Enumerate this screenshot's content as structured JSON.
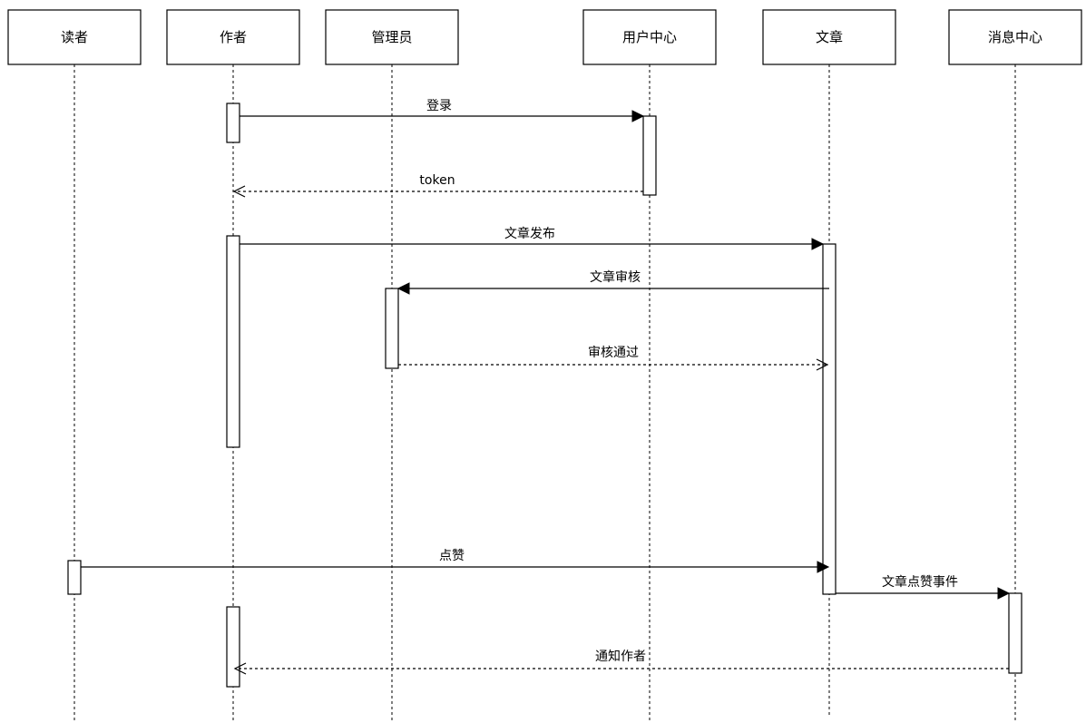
{
  "participants": [
    {
      "id": "reader",
      "label": "读者"
    },
    {
      "id": "author",
      "label": "作者"
    },
    {
      "id": "admin",
      "label": "管理员"
    },
    {
      "id": "usercenter",
      "label": "用户中心"
    },
    {
      "id": "article",
      "label": "文章"
    },
    {
      "id": "msgcenter",
      "label": "消息中心"
    }
  ],
  "messages": [
    {
      "id": "login",
      "label": "登录",
      "from": "author",
      "to": "usercenter",
      "style": "solid"
    },
    {
      "id": "token",
      "label": "token",
      "from": "usercenter",
      "to": "author",
      "style": "dashed"
    },
    {
      "id": "publish",
      "label": "文章发布",
      "from": "author",
      "to": "article",
      "style": "solid"
    },
    {
      "id": "review",
      "label": "文章审核",
      "from": "article",
      "to": "admin",
      "style": "solid"
    },
    {
      "id": "approved",
      "label": "审核通过",
      "from": "admin",
      "to": "article",
      "style": "dashed"
    },
    {
      "id": "like",
      "label": "点赞",
      "from": "reader",
      "to": "article",
      "style": "solid"
    },
    {
      "id": "like-event",
      "label": "文章点赞事件",
      "from": "article",
      "to": "msgcenter",
      "style": "solid"
    },
    {
      "id": "notify",
      "label": "通知作者",
      "from": "msgcenter",
      "to": "author",
      "style": "dashed"
    }
  ]
}
